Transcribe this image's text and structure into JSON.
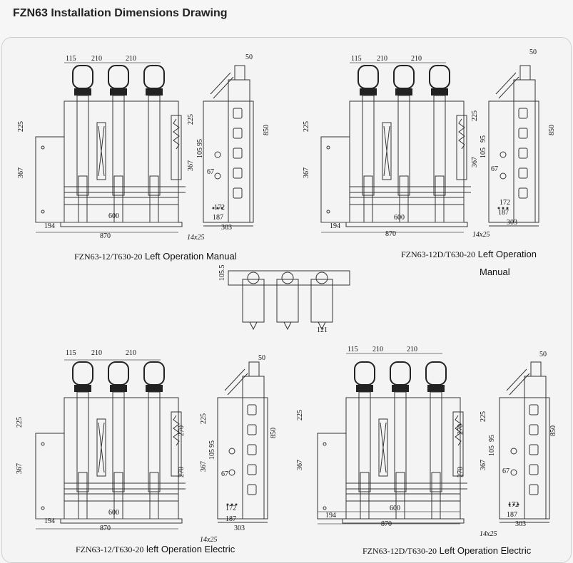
{
  "title": "FZN63 Installation Dimensions Drawing",
  "drawings": [
    {
      "model": "FZN63-12/T630-20",
      "desc": "Left Operation Manual"
    },
    {
      "model": "FZN63-12D/T630-20",
      "desc": "Left Operation",
      "desc2": "Manual"
    },
    {
      "model": "FZN63-12/T630-20",
      "desc": "left Operation Electric"
    },
    {
      "model": "FZN63-12D/T630-20",
      "desc": "Left Operation Electric"
    }
  ],
  "dims": {
    "top": [
      "115",
      "210",
      "210"
    ],
    "side_width": "50",
    "height_850": "850",
    "h225": "225",
    "h367": "367",
    "h105": "105",
    "h95": "95",
    "h67": "67",
    "h270": "270",
    "w600": "600",
    "w194": "194",
    "w870": "870",
    "slot": "14x25",
    "w172": "172",
    "w187": "187",
    "w303": "303",
    "mid_a": "105.5",
    "mid_b": "121"
  }
}
